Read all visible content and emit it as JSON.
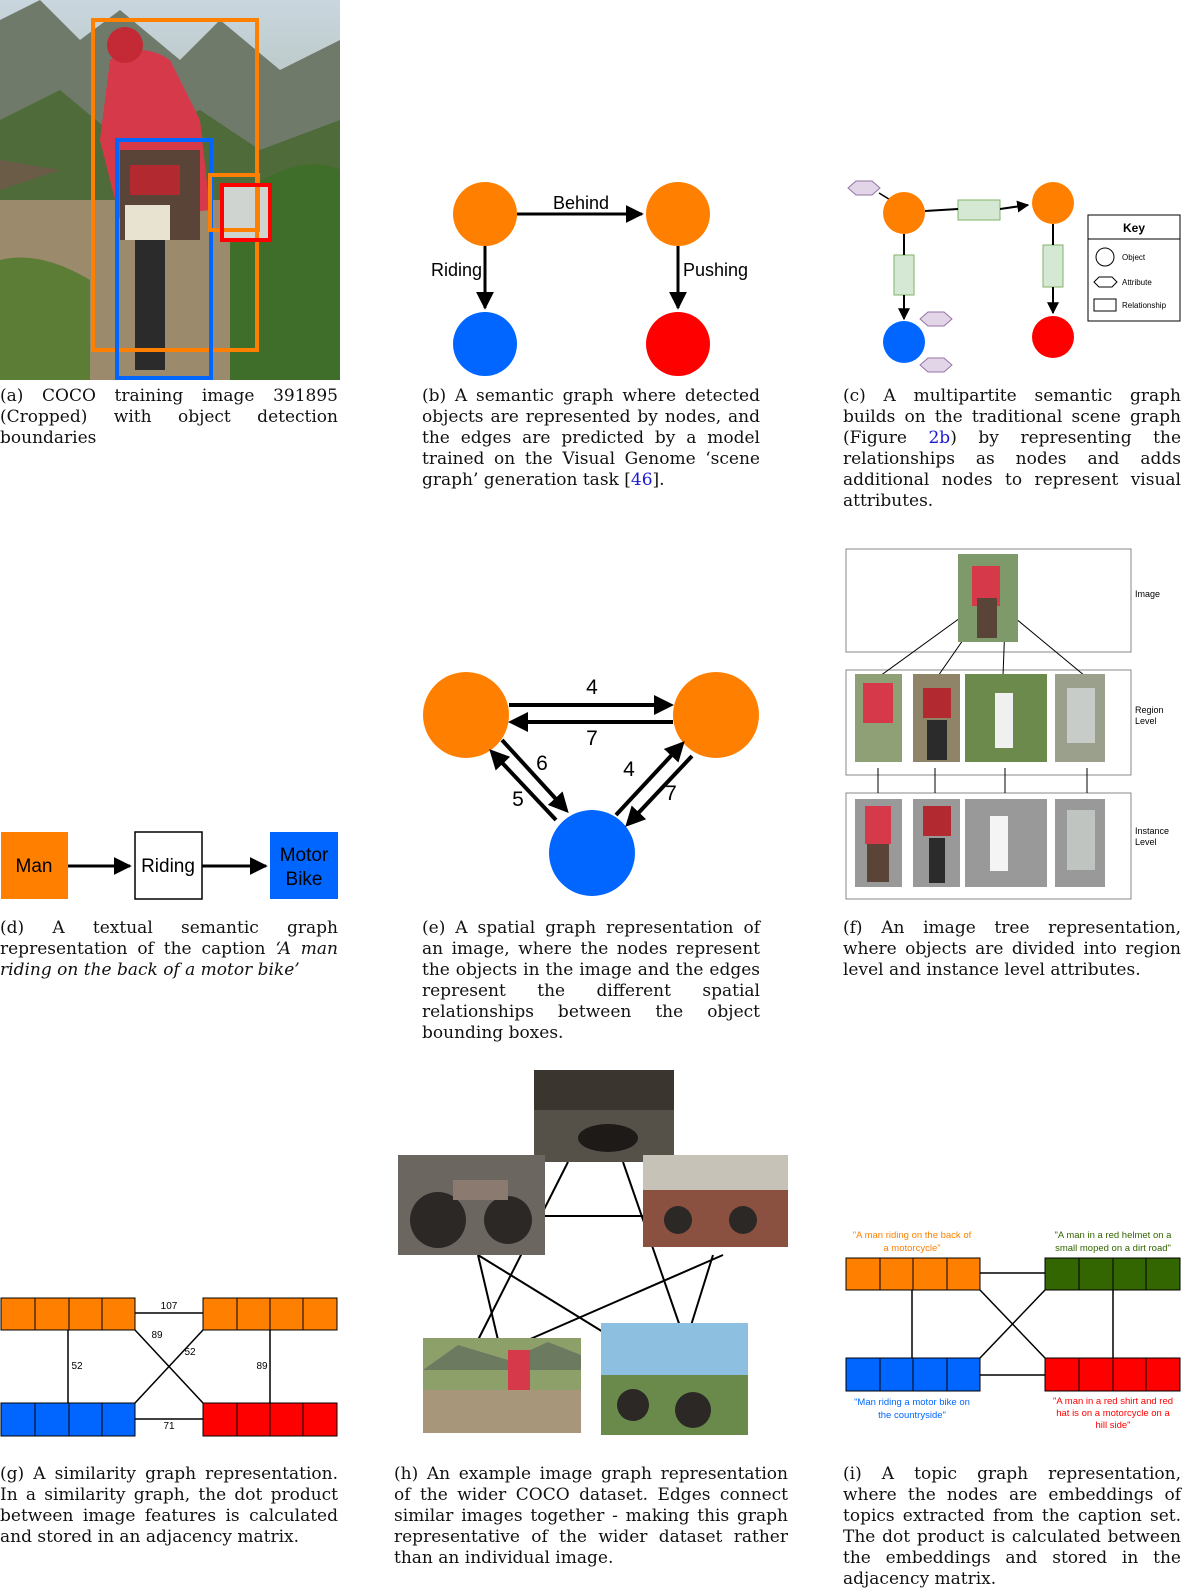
{
  "colors": {
    "orange": "#ff8000",
    "blue": "#0066ff",
    "red": "#ff0000",
    "green": "#336600",
    "rel_fill": "#d5e8d4",
    "rel_stroke": "#82b366",
    "attr_fill": "#e1d5e7",
    "attr_stroke": "#9673a6"
  },
  "panel_a": {
    "caption": "(a) COCO training image 391895 (Cropped) with object detection boundaries"
  },
  "panel_b": {
    "edges": [
      "Behind",
      "Riding",
      "Pushing"
    ],
    "caption_pre": "(b) A semantic graph where detected objects are represented by nodes, and the edges are predicted by a model trained on the Visual Genome ‘scene graph’ generation task [",
    "caption_cite": "46",
    "caption_post": "]."
  },
  "panel_c": {
    "key_title": "Key",
    "key_object": "Object",
    "key_attribute": "Attribute",
    "key_relationship": "Relationship",
    "caption_pre": "(c) A multipartite semantic graph builds on the traditional scene graph (Figure ",
    "caption_cite": "2b",
    "caption_post": ") by representing the relationships as nodes and adds additional nodes to represent visual attributes."
  },
  "panel_d": {
    "node_man": "Man",
    "node_riding": "Riding",
    "node_bike_1": "Motor",
    "node_bike_2": "Bike",
    "caption_pre": "(d) A textual semantic graph representation of the caption ",
    "caption_quote": "‘A man riding on the back of a motor bike’"
  },
  "panel_e": {
    "labels": [
      "4",
      "7",
      "6",
      "5",
      "4",
      "7"
    ],
    "caption": "(e) A spatial graph representation of an image, where the nodes represent the objects in the image and the edges represent the different spatial relationships between the object bounding boxes."
  },
  "panel_f": {
    "row_image": "Image",
    "row_region_1": "Region",
    "row_region_2": "Level",
    "row_instance_1": "Instance",
    "row_instance_2": "Level",
    "caption": "(f) An image tree representation, where objects are divided into region level and instance level attributes."
  },
  "panel_g": {
    "weights": [
      "107",
      "89",
      "52",
      "52",
      "89",
      "71"
    ],
    "caption": "(g) A similarity graph representation. In a similarity graph, the dot product between image features is calculated and stored in an adjacency matrix."
  },
  "panel_h": {
    "caption": "(h) An example image graph representation of the wider COCO dataset. Edges connect similar images together - making this graph representative of the wider dataset rather than an individual image."
  },
  "panel_i": {
    "topic_orange_1": "\"A man riding on the back of",
    "topic_orange_2": "a motorcycle\"",
    "topic_green_1": "\"A man in a red helmet on a",
    "topic_green_2": "small moped on a dirt road\"",
    "topic_blue_1": "\"Man riding a motor bike on",
    "topic_blue_2": "the countryside\"",
    "topic_red_1": "\"A man in a red shirt and red",
    "topic_red_2": "hat is on a motorcycle on a",
    "topic_red_3": "hill side\"",
    "caption": "(i) A topic graph representation, where the nodes are embeddings of topics extracted from the caption set. The dot product is calculated between the embeddings and stored in the adjacency matrix."
  }
}
